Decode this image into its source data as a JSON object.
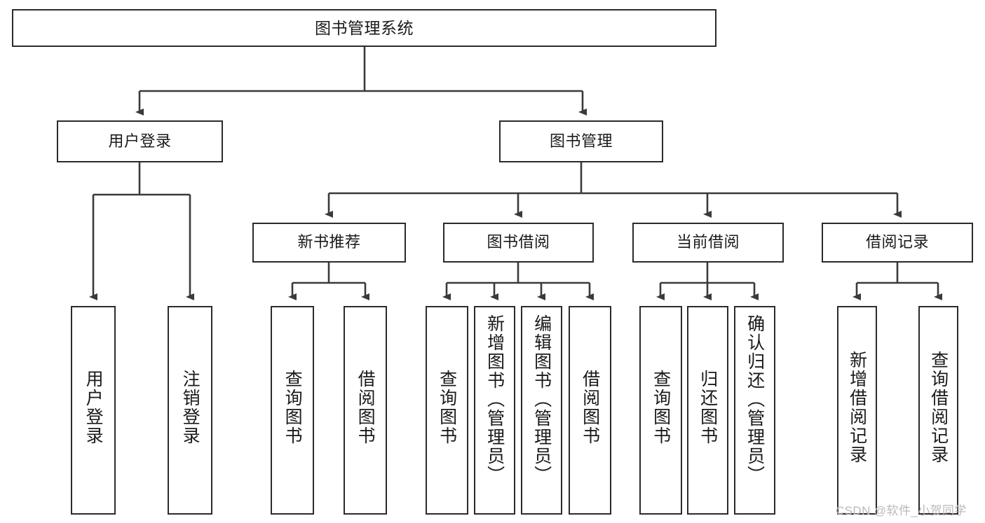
{
  "diagram": {
    "title": "图书管理系统",
    "type": "hierarchy-tree",
    "root": {
      "id": "root",
      "label": "图书管理系统",
      "orientation": "horizontal"
    },
    "level2": [
      {
        "id": "user-login",
        "label": "用户登录",
        "orientation": "horizontal"
      },
      {
        "id": "book-manage",
        "label": "图书管理",
        "orientation": "horizontal"
      }
    ],
    "level3": [
      {
        "id": "new-book-recommend",
        "label": "新书推荐",
        "orientation": "horizontal",
        "parent": "book-manage"
      },
      {
        "id": "book-borrow",
        "label": "图书借阅",
        "orientation": "horizontal",
        "parent": "book-manage"
      },
      {
        "id": "current-borrow",
        "label": "当前借阅",
        "orientation": "horizontal",
        "parent": "book-manage"
      },
      {
        "id": "borrow-record",
        "label": "借阅记录",
        "orientation": "horizontal",
        "parent": "book-manage"
      }
    ],
    "leaves": [
      {
        "id": "leaf-user-login",
        "label": "用户登录",
        "parent": "user-login",
        "orientation": "vertical"
      },
      {
        "id": "leaf-user-logout",
        "label": "注销登录",
        "parent": "user-login",
        "orientation": "vertical"
      },
      {
        "id": "leaf-query-book-1",
        "label": "查询图书",
        "parent": "new-book-recommend",
        "orientation": "vertical"
      },
      {
        "id": "leaf-borrow-book-1",
        "label": "借阅图书",
        "parent": "new-book-recommend",
        "orientation": "vertical"
      },
      {
        "id": "leaf-query-book-2",
        "label": "查询图书",
        "parent": "book-borrow",
        "orientation": "vertical"
      },
      {
        "id": "leaf-add-book",
        "label": "新增图书（管理员）",
        "parent": "book-borrow",
        "orientation": "vertical"
      },
      {
        "id": "leaf-edit-book",
        "label": "编辑图书（管理员）",
        "parent": "book-borrow",
        "orientation": "vertical"
      },
      {
        "id": "leaf-borrow-book-2",
        "label": "借阅图书",
        "parent": "book-borrow",
        "orientation": "vertical"
      },
      {
        "id": "leaf-query-book-3",
        "label": "查询图书",
        "parent": "current-borrow",
        "orientation": "vertical"
      },
      {
        "id": "leaf-return-book",
        "label": "归还图书",
        "parent": "current-borrow",
        "orientation": "vertical"
      },
      {
        "id": "leaf-confirm-return",
        "label": "确认归还（管理员）",
        "parent": "current-borrow",
        "orientation": "vertical"
      },
      {
        "id": "leaf-add-record",
        "label": "新增借阅记录",
        "parent": "borrow-record",
        "orientation": "vertical"
      },
      {
        "id": "leaf-query-record",
        "label": "查询借阅记录",
        "parent": "borrow-record",
        "orientation": "vertical"
      }
    ],
    "watermark": "CSDN @软件_小贺同学",
    "colors": {
      "border": "#2b2b2b",
      "background": "#ffffff",
      "text": "#1a1a1a",
      "connector": "#3a3a3a",
      "watermark": "#b9b9b9"
    }
  }
}
